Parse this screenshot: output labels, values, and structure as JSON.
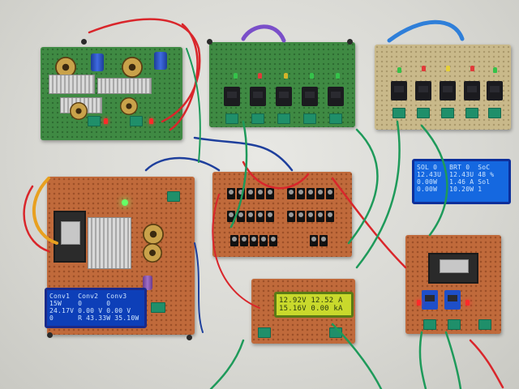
{
  "lcd_main": {
    "line1": "Conv1  Conv2  Conv3",
    "line2": "15W    0      0",
    "line3": "24.17V 0.00 V 0.00 V",
    "line4": "0      R 43.33W 35.10W"
  },
  "lcd_right": {
    "line1": "SOL 0   BRT 0  SoC",
    "line2": "12.43U  12.43U 48 %",
    "line3": "0.00W   1.46 A Sol",
    "line4": "0.00W   10.20W 1"
  },
  "lcd_bottom": {
    "line1": "12.92V 12.52 A",
    "line2": "15.16V 0.00 kA"
  },
  "colors": {
    "wall": "#dcdcd8",
    "green_pcb": "#3f8a43",
    "orange_pcb": "#c06a3b",
    "lcd_blue": "#0d3fb8",
    "lcd_yellow": "#c9d92c",
    "wire_red": "#d9262b",
    "wire_green": "#1e9a5a",
    "wire_blue": "#1e3f9c"
  }
}
